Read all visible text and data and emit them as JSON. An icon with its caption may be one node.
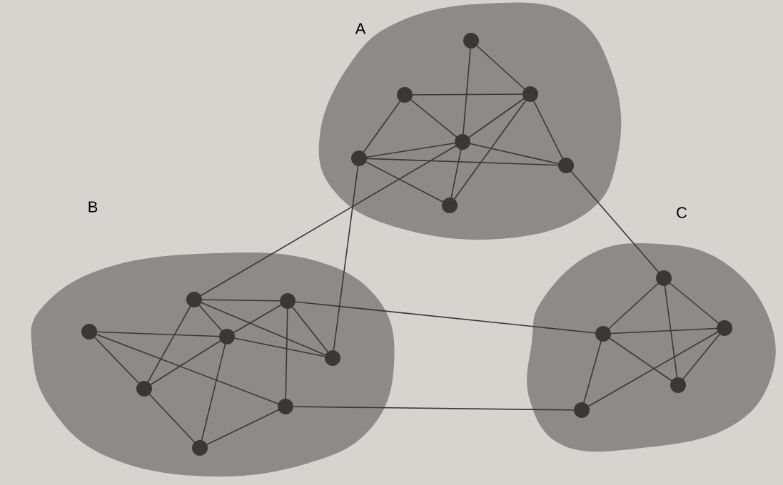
{
  "diagram": {
    "nodes": [
      {
        "text": [
          "A"
        ]
      },
      {
        "text": [],
        "shape": "circle",
        "in": 0
      },
      {
        "text": [],
        "shape": "circle",
        "in": 0
      },
      {
        "text": [],
        "shape": "circle",
        "in": 0
      },
      {
        "text": [],
        "shape": "circle",
        "in": 0
      },
      {
        "text": [],
        "shape": "circle",
        "in": 0
      },
      {
        "text": [],
        "shape": "circle",
        "in": 0
      },
      {
        "text": [],
        "shape": "circle",
        "in": 0
      },
      {
        "text": [
          "B"
        ]
      },
      {
        "text": [],
        "shape": "circle",
        "in": 8
      },
      {
        "text": [],
        "shape": "circle",
        "in": 8
      },
      {
        "text": [],
        "shape": "circle",
        "in": 8
      },
      {
        "text": [],
        "shape": "circle",
        "in": 8
      },
      {
        "text": [],
        "shape": "circle",
        "in": 8
      },
      {
        "text": [],
        "shape": "circle",
        "in": 8
      },
      {
        "text": [],
        "shape": "circle",
        "in": 8
      },
      {
        "text": [],
        "shape": "circle",
        "in": 8
      },
      {
        "text": [
          "C"
        ]
      },
      {
        "text": [],
        "shape": "circle",
        "in": 17
      },
      {
        "text": [],
        "shape": "circle",
        "in": 17
      },
      {
        "text": [],
        "shape": "circle",
        "in": 17
      },
      {
        "text": [],
        "shape": "circle",
        "in": 17
      },
      {
        "text": [],
        "shape": "circle",
        "in": 17
      }
    ],
    "edges": [
      {
        "from": 1,
        "to": 3,
        "arrow": "none"
      },
      {
        "from": 1,
        "to": 4,
        "arrow": "none"
      },
      {
        "from": 2,
        "to": 3,
        "arrow": "none"
      },
      {
        "from": 2,
        "to": 4,
        "arrow": "none"
      },
      {
        "from": 2,
        "to": 5,
        "arrow": "none"
      },
      {
        "from": 3,
        "to": 4,
        "arrow": "none"
      },
      {
        "from": 3,
        "to": 7,
        "arrow": "none"
      },
      {
        "from": 3,
        "to": 6,
        "arrow": "none"
      },
      {
        "from": 4,
        "to": 5,
        "arrow": "none"
      },
      {
        "from": 4,
        "to": 6,
        "arrow": "none"
      },
      {
        "from": 4,
        "to": 7,
        "arrow": "none"
      },
      {
        "from": 5,
        "to": 6,
        "arrow": "none"
      },
      {
        "from": 5,
        "to": 7,
        "arrow": "none"
      },
      {
        "from": 4,
        "to": 9,
        "arrow": "none"
      },
      {
        "from": 5,
        "to": 13,
        "arrow": "none"
      },
      {
        "from": 6,
        "to": 18,
        "arrow": "none"
      },
      {
        "from": 9,
        "to": 10,
        "arrow": "none"
      },
      {
        "from": 9,
        "to": 12,
        "arrow": "none"
      },
      {
        "from": 9,
        "to": 13,
        "arrow": "none"
      },
      {
        "from": 9,
        "to": 14,
        "arrow": "none"
      },
      {
        "from": 10,
        "to": 12,
        "arrow": "none"
      },
      {
        "from": 10,
        "to": 13,
        "arrow": "none"
      },
      {
        "from": 10,
        "to": 15,
        "arrow": "none"
      },
      {
        "from": 11,
        "to": 12,
        "arrow": "none"
      },
      {
        "from": 11,
        "to": 14,
        "arrow": "none"
      },
      {
        "from": 11,
        "to": 15,
        "arrow": "none"
      },
      {
        "from": 12,
        "to": 13,
        "arrow": "none"
      },
      {
        "from": 12,
        "to": 14,
        "arrow": "none"
      },
      {
        "from": 12,
        "to": 16,
        "arrow": "none"
      },
      {
        "from": 14,
        "to": 16,
        "arrow": "none"
      },
      {
        "from": 15,
        "to": 16,
        "arrow": "none"
      },
      {
        "from": 10,
        "to": 19,
        "arrow": "none"
      },
      {
        "from": 15,
        "to": 22,
        "arrow": "none"
      },
      {
        "from": 18,
        "to": 19,
        "arrow": "none"
      },
      {
        "from": 18,
        "to": 20,
        "arrow": "none"
      },
      {
        "from": 18,
        "to": 21,
        "arrow": "none"
      },
      {
        "from": 19,
        "to": 20,
        "arrow": "none"
      },
      {
        "from": 19,
        "to": 21,
        "arrow": "none"
      },
      {
        "from": 19,
        "to": 22,
        "arrow": "none"
      },
      {
        "from": 20,
        "to": 21,
        "arrow": "none"
      },
      {
        "from": 20,
        "to": 22,
        "arrow": "none"
      }
    ]
  }
}
